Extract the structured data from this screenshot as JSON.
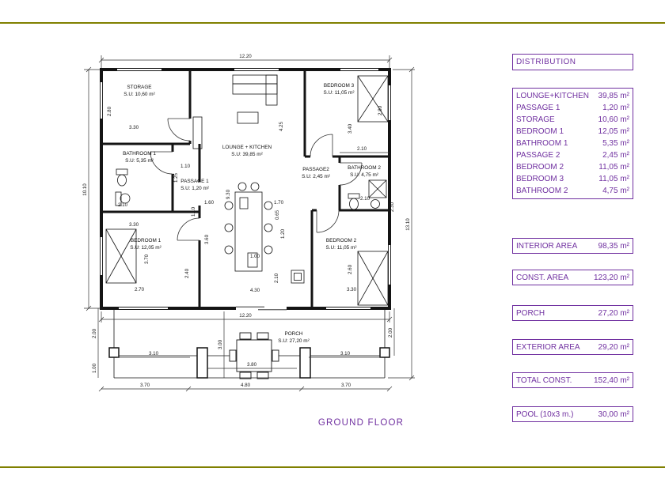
{
  "title": "GROUND FLOOR",
  "colors": {
    "accent": "#7030A0",
    "line": "#141414",
    "sheet_border": "#808000"
  },
  "distribution": {
    "header": "DISTRIBUTION",
    "rooms": [
      {
        "label": "LOUNGE+KITCHEN",
        "value": "39,85 m²"
      },
      {
        "label": "PASSAGE 1",
        "value": "1,20 m²"
      },
      {
        "label": "STORAGE",
        "value": "10,60 m²"
      },
      {
        "label": "BEDROOM 1",
        "value": "12,05 m²"
      },
      {
        "label": "BATHROOM 1",
        "value": "5,35 m²"
      },
      {
        "label": "PASSAGE 2",
        "value": "2,45 m²"
      },
      {
        "label": "BEDROOM 2",
        "value": "11,05 m²"
      },
      {
        "label": "BEDROOM 3",
        "value": "11,05 m²"
      },
      {
        "label": "BATHROOM 2",
        "value": "4,75 m²"
      }
    ],
    "summary": [
      {
        "label": "INTERIOR AREA",
        "value": "98,35 m²"
      },
      {
        "label": "CONST. AREA",
        "value": "123,20 m²"
      },
      {
        "label": "PORCH",
        "value": "27,20 m²"
      },
      {
        "label": "EXTERIOR AREA",
        "value": "29,20 m²"
      },
      {
        "label": "TOTAL CONST.",
        "value": "152,40 m²"
      },
      {
        "label": "POOL (10x3 m.)",
        "value": "30,00 m²"
      }
    ]
  },
  "rooms": {
    "storage": {
      "name": "STORAGE",
      "area": "S.U: 10,60 m²"
    },
    "bedroom3": {
      "name": "BEDROOM 3",
      "area": "S.U: 11,05 m²"
    },
    "lounge": {
      "name": "LOUNGE + KITCHEN",
      "area": "S.U: 39,85 m²"
    },
    "bathroom1": {
      "name": "BATHROOM 1",
      "area": "S.U: 5,35 m²"
    },
    "passage1": {
      "name": "PASSAGE 1",
      "area": "S.U: 1,20 m²"
    },
    "passage2": {
      "name": "PASSAGE2",
      "area": "S.U: 2,45 m²"
    },
    "bathroom2": {
      "name": "BATHROOM 2",
      "area": "S.U: 4,75 m²"
    },
    "bedroom1": {
      "name": "BEDROOM 1",
      "area": "S.U: 12,05 m²"
    },
    "bedroom2": {
      "name": "BEDROOM 2",
      "area": "S.U: 11,05 m²"
    },
    "porch": {
      "name": "PORCH",
      "area": "S.U: 27,20 m²"
    }
  },
  "dims": {
    "top_width": "12.20",
    "bottom_width": "12.20",
    "left_height": "10.10",
    "right_height": "13.10",
    "storage_h": "2.80",
    "storage_w": "3.30",
    "bath1_w": "2.10",
    "bath1_w2": "3.30",
    "bed1_h": "3.70",
    "bed1_w": "2.70",
    "porch_left_upper": "2.00",
    "porch_left_lower": "1.00",
    "porch_right_upper": "2.00",
    "porch_left_w": "3.10",
    "porch_right_w": "3.10",
    "porch_table_w": "3.80",
    "porch_depth": "3.00",
    "porch_bottom_left": "3.70",
    "porch_bottom_center": "4.80",
    "porch_bottom_right": "3.70",
    "bed3_h1": "2.80",
    "bed3_h2": "3.40",
    "pass2_bath2_w": "2.10",
    "bath2_fix_w": "2.10",
    "right_mid": "2.30",
    "bed2_h": "2.60",
    "bed2_w": "3.30",
    "lounge_h": "4.25",
    "center_h": "9.30",
    "pass1_w": "1.10",
    "pass1_h": "1.25",
    "hall_w": "1.10",
    "kitchen_l": "1.60",
    "kitchen_r": "1.70",
    "island_l": "3.60",
    "island_r": "1.20",
    "island_gap": "0.65",
    "counter_w": "1.00",
    "counter_r": "2.10",
    "wardrobe": "2.40",
    "lounge_bottom_w": "4.30"
  }
}
